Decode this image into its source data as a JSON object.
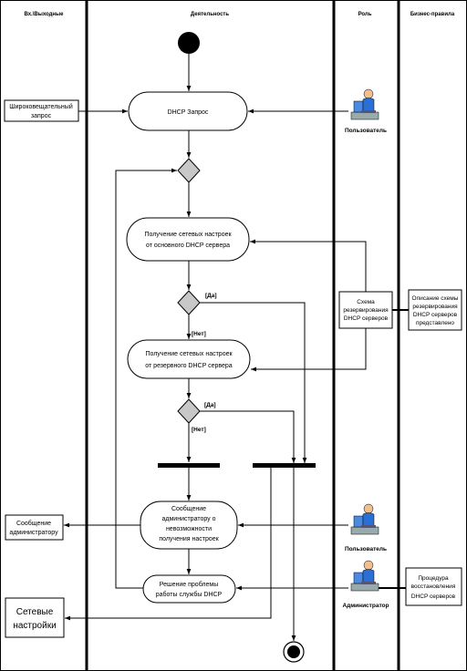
{
  "lanes": {
    "io": "Вх.\\Выходные",
    "activity": "Деятельность",
    "role": "Роль",
    "business_rules": "Бизнес-правила"
  },
  "activities": {
    "dhcp_request": "DHCP Запрос",
    "get_primary": [
      "Получение сетевых настроек",
      "от основного DHCP сервера"
    ],
    "get_backup": [
      "Получение сетевых настроек",
      "от резервного DHCP сервера"
    ],
    "notify_admin": [
      "Сообщение",
      "администратору о",
      "невозможности",
      "получения настроек"
    ],
    "resolve": [
      "Решение проблемы",
      "работы службы DHCP"
    ]
  },
  "guards": {
    "yes": "[Да]",
    "no": "[Нет]"
  },
  "io_items": {
    "broadcast": [
      "Широковещательный",
      "запрос"
    ],
    "admin_message": [
      "Сообщение",
      "администратору"
    ],
    "network_settings": [
      "Сетевые",
      "настройки"
    ]
  },
  "artifacts": {
    "backup_scheme": [
      "Схема",
      "резервирования",
      "DHCP серверов"
    ]
  },
  "roles": {
    "user1": "Пользователь",
    "user2": "Пользователь",
    "admin": "Администратор"
  },
  "rules": {
    "scheme_description": [
      "Описание схемы",
      "резервирования",
      "DHCP серверов",
      "представлено"
    ],
    "recovery_procedure": [
      "Процедура",
      "восстановления",
      "DHCP серверов"
    ]
  },
  "colors": {
    "line": "#000000",
    "decision_fill": "#c8c8c8",
    "person_shirt": "#2a6fd6",
    "person_skin": "#f0c090"
  }
}
